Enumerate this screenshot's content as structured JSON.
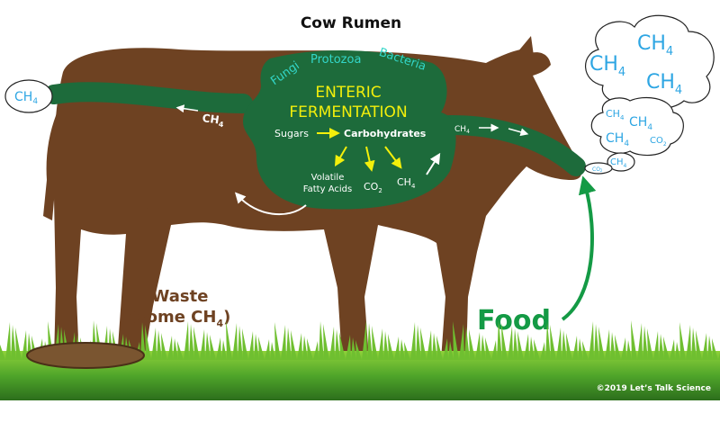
{
  "title": "Cow Rumen",
  "microbes": [
    "Fungi",
    "Protozoa",
    "Bacteria"
  ],
  "process": {
    "line1": "ENTERIC",
    "line2": "FERMENTATION"
  },
  "sugars": "Sugars",
  "carbohydrates": "Carbohydrates",
  "vfa": {
    "line1": "Volatile",
    "line2": "Fatty Acids"
  },
  "co2": {
    "main": "CO",
    "sub": "2"
  },
  "ch4": {
    "main": "CH",
    "sub": "4"
  },
  "waste": {
    "line1": "Waste",
    "line2": "(some CH",
    "sub": "4",
    "close": ")"
  },
  "food": "Food",
  "copyright": "©2019 Let’s Talk Science",
  "colors": {
    "cow": "#6e4222",
    "rumen": "#1d6b3b",
    "microbes": "#33d6c8",
    "yellow": "#f3ef0b",
    "gas": "#2ea6e3",
    "food": "#149a45"
  }
}
